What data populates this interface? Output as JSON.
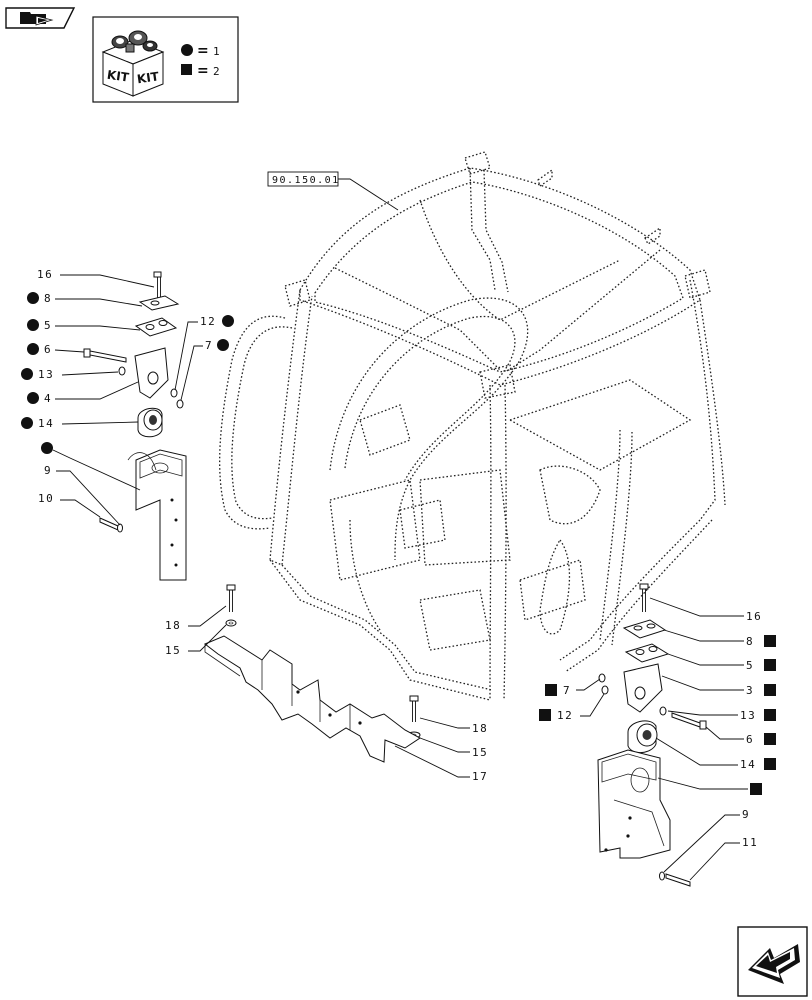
{
  "nav": {
    "top_icon": "folder-arrow-icon",
    "bottom_icon": "next-page-arrow-icon"
  },
  "kit_legend": {
    "kit_text_left": "KIT",
    "kit_text_right": "KIT",
    "circle_value": "1",
    "square_value": "2",
    "equals": "="
  },
  "cab_reference": "90.150.01",
  "parts_left": [
    {
      "num": "16",
      "marker": ""
    },
    {
      "num": "8",
      "marker": "circle"
    },
    {
      "num": "5",
      "marker": "circle"
    },
    {
      "num": "6",
      "marker": "circle"
    },
    {
      "num": "13",
      "marker": "circle"
    },
    {
      "num": "4",
      "marker": "circle"
    },
    {
      "num": "14",
      "marker": "circle"
    },
    {
      "num": "12",
      "marker": "circle"
    },
    {
      "num": "7",
      "marker": "circle"
    },
    {
      "num": "",
      "marker": "circle"
    },
    {
      "num": "9",
      "marker": ""
    },
    {
      "num": "10",
      "marker": ""
    }
  ],
  "parts_bottom": [
    {
      "num": "18"
    },
    {
      "num": "15"
    },
    {
      "num": "18"
    },
    {
      "num": "15"
    },
    {
      "num": "17"
    }
  ],
  "parts_right": [
    {
      "num": "16",
      "marker": ""
    },
    {
      "num": "8",
      "marker": "square"
    },
    {
      "num": "5",
      "marker": "square"
    },
    {
      "num": "3",
      "marker": "square"
    },
    {
      "num": "7",
      "marker": "square"
    },
    {
      "num": "12",
      "marker": "square"
    },
    {
      "num": "13",
      "marker": "square"
    },
    {
      "num": "6",
      "marker": "square"
    },
    {
      "num": "14",
      "marker": "square"
    },
    {
      "num": "",
      "marker": "square"
    },
    {
      "num": "9",
      "marker": ""
    },
    {
      "num": "11",
      "marker": ""
    }
  ]
}
